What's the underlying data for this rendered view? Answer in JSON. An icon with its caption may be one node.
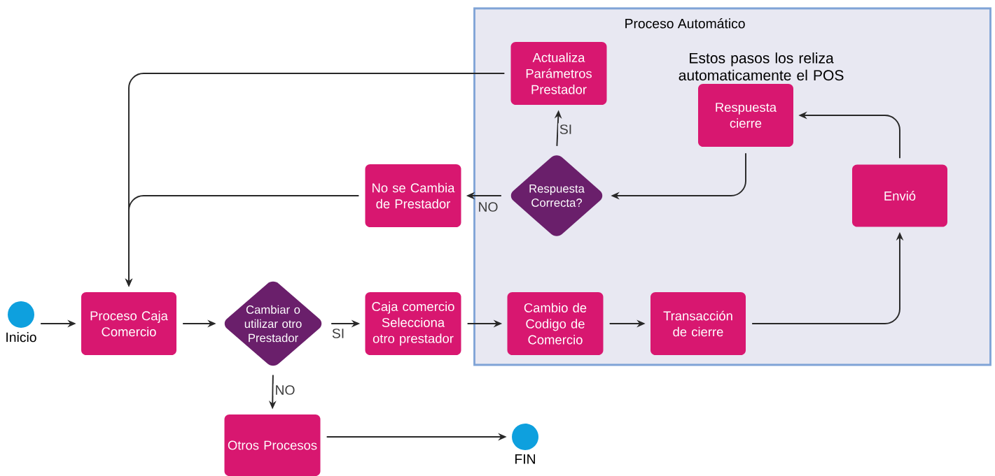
{
  "diagram": {
    "nodes": [
      {
        "text": [
          "Proceso Automático"
        ]
      },
      {
        "text": [
          "Actualiza Parámetros Prestador"
        ],
        "in": 0
      },
      {
        "text": [
          "Respuesta cierre"
        ],
        "in": 0
      },
      {
        "text": [
          "Respuesta Correcta?"
        ],
        "in": 0
      },
      {
        "text": [
          "Envió"
        ],
        "in": 0
      },
      {
        "text": [
          "No se Cambia de Prestador"
        ]
      },
      {
        "text": [],
        "shape": "circle",
        "beside": [
          "Inicio"
        ]
      },
      {
        "text": [
          "Proceso Caja Comercio"
        ]
      },
      {
        "text": [
          "Cambiar o utilizar otro Prestador"
        ]
      },
      {
        "text": [
          "Caja comercio Selecciona otro prestador"
        ]
      },
      {
        "text": [
          "Cambio de Codigo de Comercio"
        ],
        "in": 0
      },
      {
        "text": [
          "Transacción de cierre"
        ],
        "in": 0
      },
      {
        "text": [
          "Otros Procesos"
        ]
      },
      {
        "text": [],
        "shape": "circle",
        "beside": [
          "FIN"
        ]
      }
    ],
    "edges": [
      {
        "from": 6,
        "to": 7,
        "arrow": "to"
      },
      {
        "from": 7,
        "to": 8,
        "arrow": "to"
      },
      {
        "from": 8,
        "to": 9,
        "arrow": "to",
        "label": "SI"
      },
      {
        "from": 9,
        "to": 10,
        "arrow": "to"
      },
      {
        "from": 10,
        "to": 11,
        "arrow": "to"
      },
      {
        "from": 11,
        "to": 4,
        "arrow": "to"
      },
      {
        "from": 4,
        "to": 2,
        "arrow": "to"
      },
      {
        "from": 2,
        "to": 3,
        "arrow": "to"
      },
      {
        "from": 3,
        "to": 1,
        "arrow": "to",
        "label": "SI"
      },
      {
        "from": 3,
        "to": 5,
        "arrow": "to",
        "label": "NO"
      },
      {
        "from": 5,
        "to": 7,
        "arrow": "to"
      },
      {
        "from": 1,
        "to": 7,
        "arrow": "to"
      },
      {
        "from": 8,
        "to": 12,
        "arrow": "to",
        "label": "NO"
      },
      {
        "from": 12,
        "to": 13,
        "arrow": "to"
      }
    ],
    "labels": [
      "Estos pasos los reliza automaticamente el POS"
    ]
  }
}
